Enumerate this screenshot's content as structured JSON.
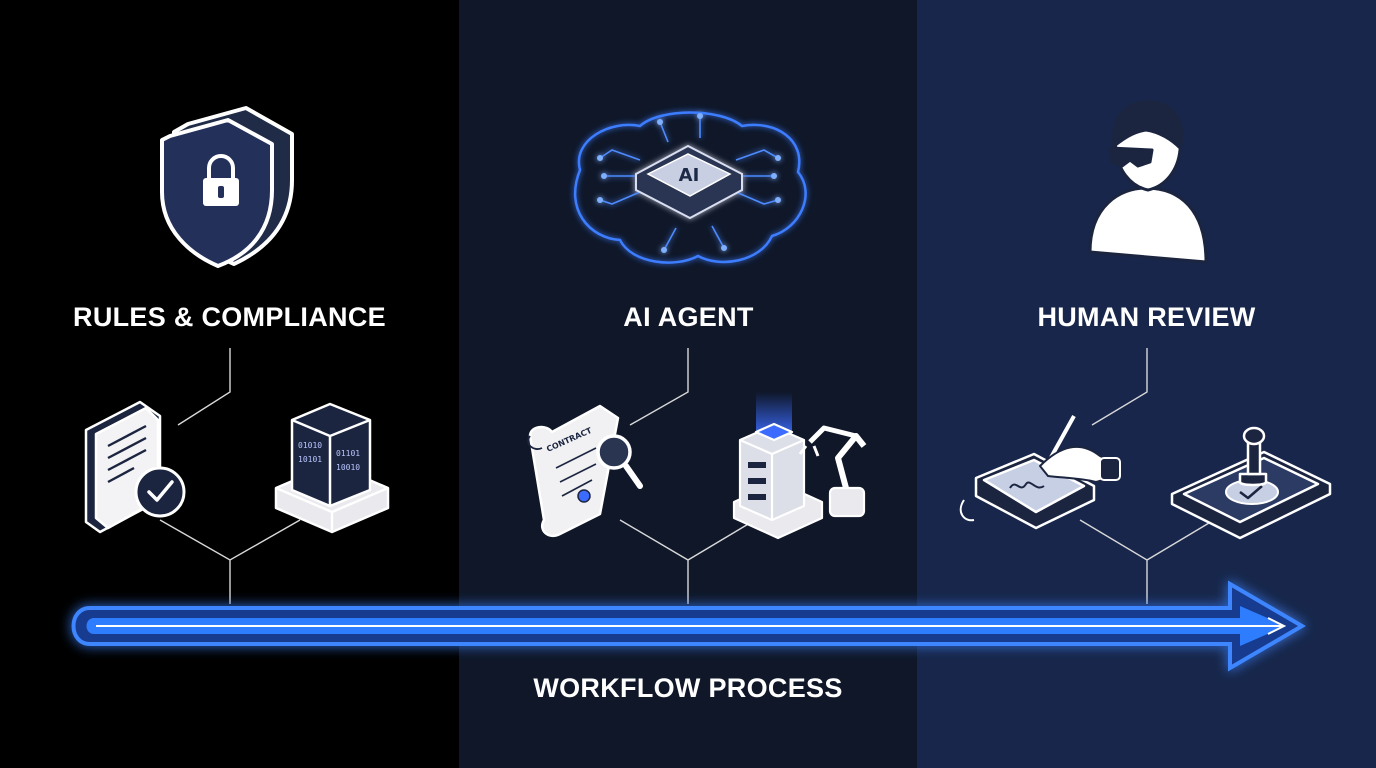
{
  "columns": [
    {
      "title": "RULES & COMPLIANCE"
    },
    {
      "title": "AI AGENT",
      "chip_text": "AI"
    },
    {
      "title": "HUMAN REVIEW"
    }
  ],
  "contract_label": "CONTRACT",
  "binary_rows": [
    "01010",
    "10101",
    "01101",
    "10010"
  ],
  "workflow_label": "WORKFLOW PROCESS",
  "colors": {
    "panel_1": "#000000",
    "panel_2": "#0f1729",
    "panel_3": "#17264a",
    "arrow_glow": "#2f7dff",
    "connector": "#dcdcdc"
  }
}
